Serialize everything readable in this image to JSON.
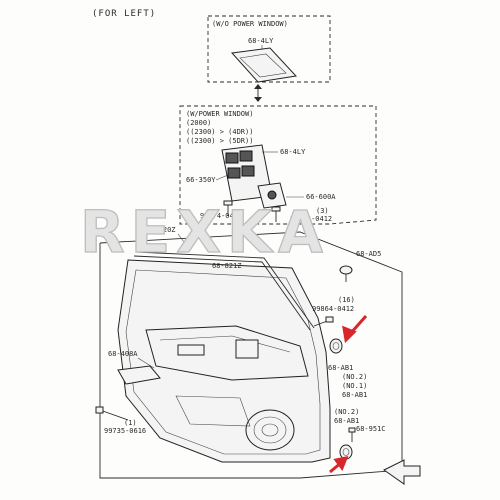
{
  "header": {
    "title": "(FOR LEFT)"
  },
  "watermark": "REXKA",
  "boxes": {
    "wo_power": {
      "title": "(W/O POWER WINDOW)",
      "part": "68-4LY"
    },
    "w_power": {
      "lines": [
        "(W/POWER WINDOW)",
        "(2000)",
        "((2300) > (4DR))",
        "((2300) > (5DR))"
      ],
      "parts": {
        "switch_panel": "68-4LY",
        "switch": "66-350Y",
        "mirror_switch": "66-600A",
        "screw_a": "99874-0412",
        "screw_b": "99874-0412",
        "screw_b_qty": "(3)"
      }
    }
  },
  "labels": {
    "trim": "68-420Z",
    "weatherstrip": "68-821Z",
    "clip_top": "68-AD5",
    "screw_mid_qty": "(16)",
    "screw_mid": "99864-0412",
    "armrest": "68-408A",
    "ab1_no2": "68-AB1",
    "ab1_no2_tag": "(NO.2)",
    "no1_tag": "(NO.1)",
    "ab1_no1": "68-AB1",
    "no2_tag": "(NO.2)",
    "ab1_no2b": "68-AB1",
    "clip_951c": "68-951C",
    "screw_bottom_qty": "(1)",
    "screw_bottom": "99735-0616"
  },
  "icons": [
    "front-arrow-icon",
    "red-arrow-icon"
  ],
  "colors": {
    "line": "#2b2b2b",
    "highlight_arrow": "#d8262a",
    "watermark": "#e4e4e4"
  }
}
